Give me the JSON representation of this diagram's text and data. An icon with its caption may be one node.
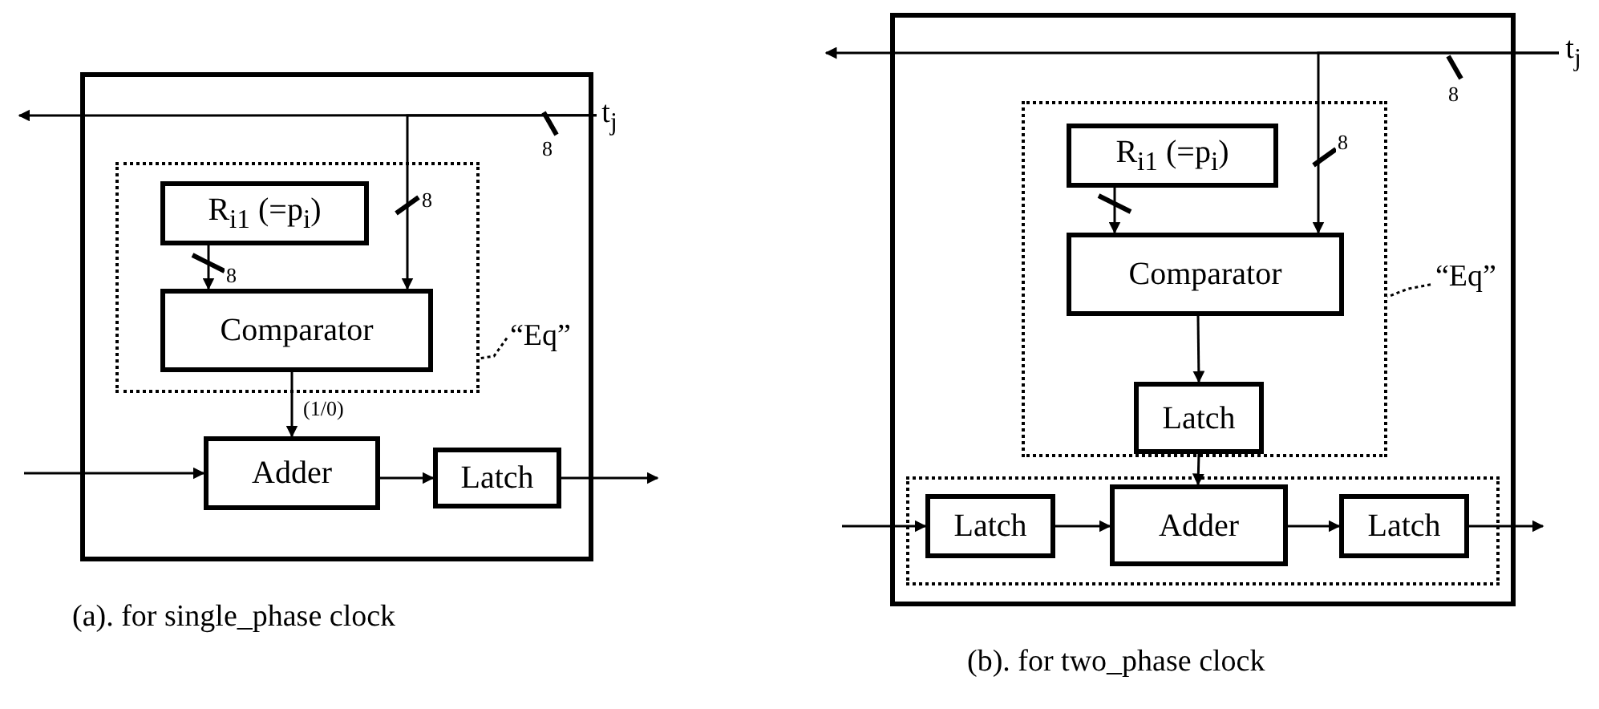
{
  "diagram": {
    "nodes": [
      {
        "text": [],
        "shape": "box"
      },
      {
        "text": [],
        "shape": "box",
        "in": 0
      },
      {
        "text": [
          "R$_{i1}$ (=p$_{i}$)"
        ],
        "in": 1
      },
      {
        "text": [
          "Comparator"
        ],
        "in": 1
      },
      {
        "text": [
          "Adder"
        ],
        "in": 0
      },
      {
        "text": [
          "Latch"
        ],
        "in": 0
      },
      {
        "text": [
          "t$_{j}$"
        ]
      },
      {
        "text": [
          "“Eq”"
        ],
        "in": 0
      },
      {
        "text": [],
        "shape": "box"
      },
      {
        "text": [],
        "shape": "box",
        "in": 8
      },
      {
        "text": [
          "R$_{i1}$ (=p$_{i}$)"
        ],
        "in": 9
      },
      {
        "text": [
          "Comparator"
        ],
        "in": 9
      },
      {
        "text": [
          "Latch"
        ],
        "in": 9
      },
      {
        "text": [],
        "shape": "box",
        "in": 8
      },
      {
        "text": [
          "Latch"
        ],
        "in": 13
      },
      {
        "text": [
          "Adder"
        ],
        "in": 13
      },
      {
        "text": [
          "Latch"
        ],
        "in": 13
      },
      {
        "text": [
          "t$_{j}$"
        ]
      },
      {
        "text": [
          "“Eq”"
        ],
        "in": 8
      }
    ],
    "edges": [
      {
        "from": 6,
        "to": null,
        "arrow": "to",
        "label": "8"
      },
      {
        "from": 6,
        "to": 3,
        "arrow": "to",
        "label": "8"
      },
      {
        "from": 2,
        "to": 3,
        "arrow": "to",
        "label": "8"
      },
      {
        "from": 3,
        "to": 4,
        "arrow": "to",
        "label": "(1/0)"
      },
      {
        "from": null,
        "to": 4,
        "arrow": "to"
      },
      {
        "from": 4,
        "to": 5,
        "arrow": "to"
      },
      {
        "from": 5,
        "to": null,
        "arrow": "to"
      },
      {
        "from": 7,
        "to": 1,
        "arrow": "none",
        "style": "dashed"
      },
      {
        "from": 17,
        "to": null,
        "arrow": "to",
        "label": "8"
      },
      {
        "from": 17,
        "to": 11,
        "arrow": "to",
        "label": "8"
      },
      {
        "from": 10,
        "to": 11,
        "arrow": "to"
      },
      {
        "from": 11,
        "to": 12,
        "arrow": "to"
      },
      {
        "from": 12,
        "to": 15,
        "arrow": "to"
      },
      {
        "from": null,
        "to": 14,
        "arrow": "to"
      },
      {
        "from": 14,
        "to": 15,
        "arrow": "to"
      },
      {
        "from": 15,
        "to": 16,
        "arrow": "to"
      },
      {
        "from": 16,
        "to": null,
        "arrow": "to"
      },
      {
        "from": 18,
        "to": 9,
        "arrow": "none",
        "style": "dashed"
      }
    ],
    "labels": [
      "(a). for single_phase clock",
      "(b). for two_phase clock"
    ]
  }
}
